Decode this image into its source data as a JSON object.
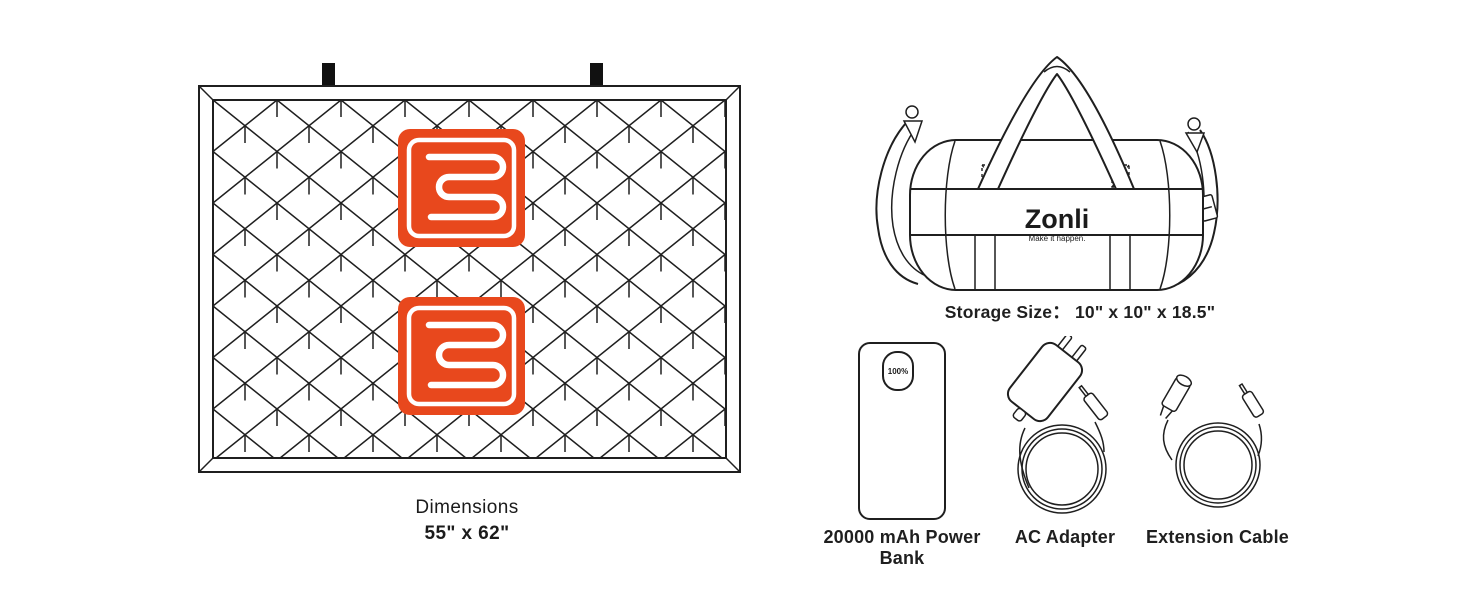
{
  "page": {
    "background": "#ffffff"
  },
  "brand": {
    "name": "Zonli",
    "tagline": "Make it happen."
  },
  "colors": {
    "accent_orange": "#E8481D",
    "line_black": "#1F1F1F"
  },
  "blanket": {
    "label": "Dimensions",
    "size": "55\" x 62\"",
    "heating_zones": 2
  },
  "storage_bag": {
    "label": "Storage Size：",
    "size": "10\" x 10\" x 18.5\""
  },
  "accessories": {
    "power_bank": {
      "label": "20000 mAh Power Bank",
      "display": "100%"
    },
    "ac_adapter": {
      "label": "AC Adapter"
    },
    "extension_cable": {
      "label": "Extension Cable"
    }
  }
}
